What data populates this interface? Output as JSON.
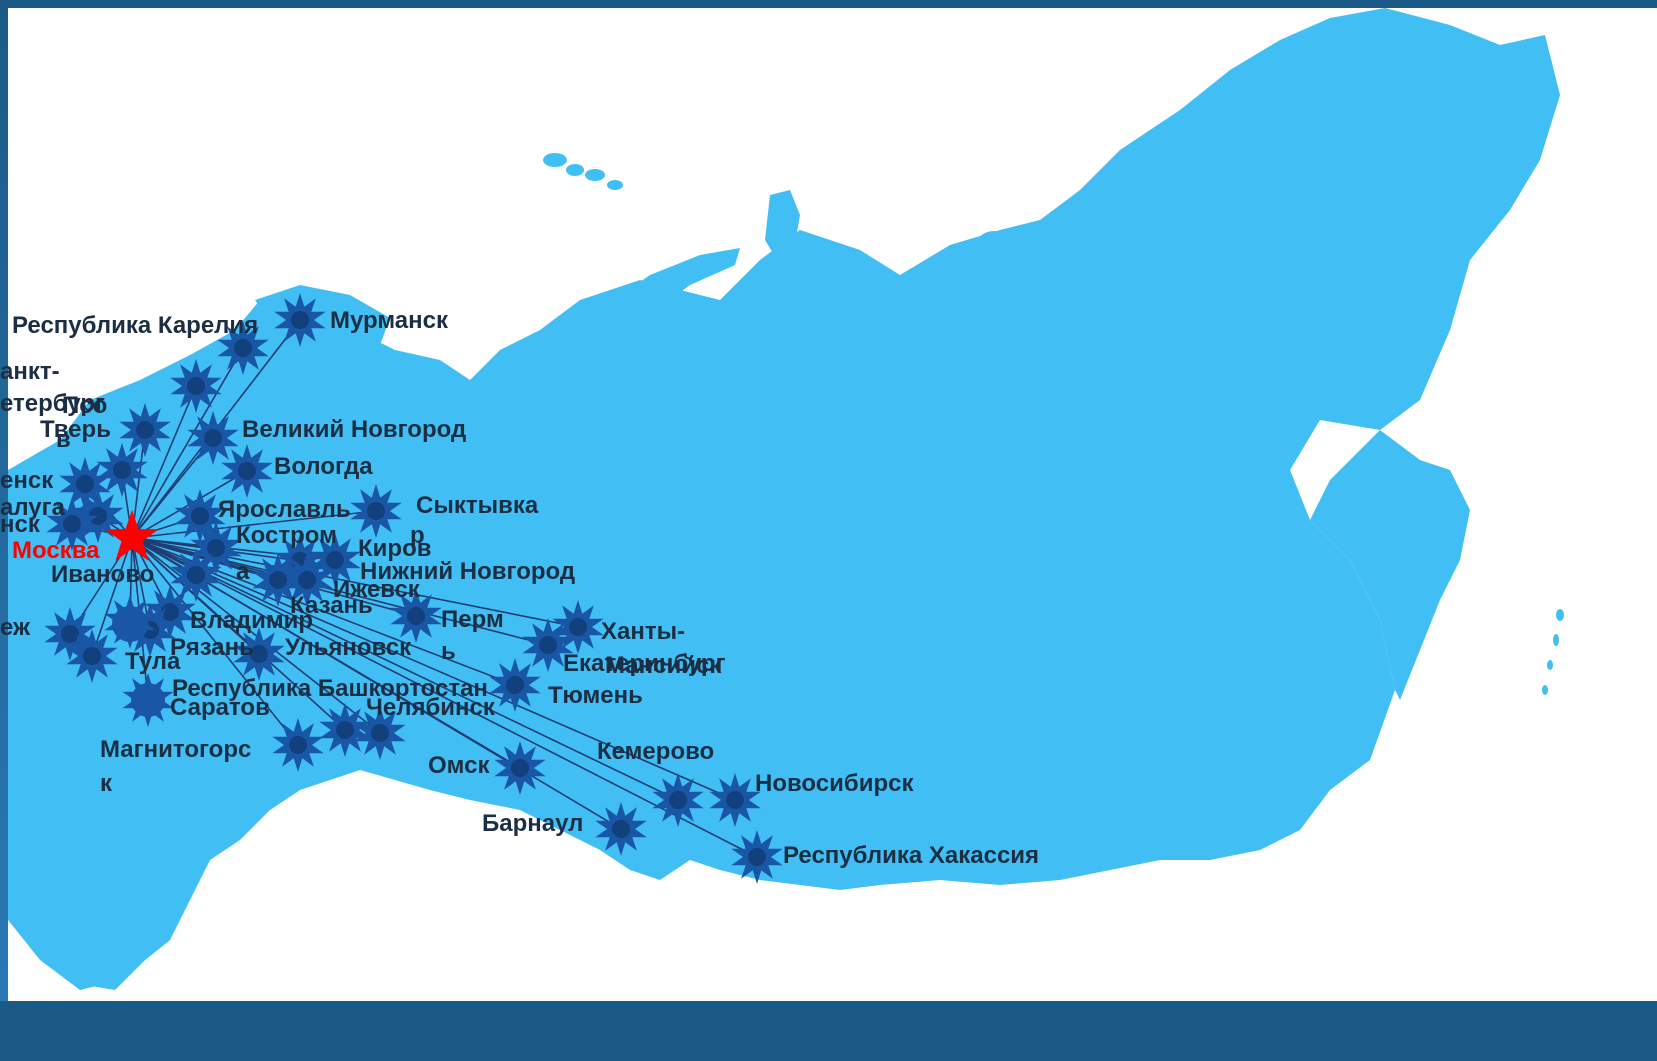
{
  "colors": {
    "land": "#41bff4",
    "city_marker": "#1a56a6",
    "city_marker_dark": "#12407d",
    "route_line": "#1f3d73",
    "hub_star": "#ff0000",
    "label_text": "#1c2e44",
    "frame": "#1b5a86"
  },
  "icons": {
    "city": "star-burst-icon",
    "hub": "star-icon"
  },
  "hub": {
    "name": "Москва"
  },
  "cities": [
    {
      "id": "murmansk",
      "name": "Мурманск"
    },
    {
      "id": "karelia",
      "name": "Республика Карелия"
    },
    {
      "id": "spb",
      "name": "анкт-"
    },
    {
      "id": "spb2",
      "name": "етербург"
    },
    {
      "id": "pskov",
      "name": "Псо"
    },
    {
      "id": "pskov2",
      "name": "в"
    },
    {
      "id": "tver",
      "name": "Тверь"
    },
    {
      "id": "smolensk",
      "name": "енск"
    },
    {
      "id": "kaluga",
      "name": "алуга"
    },
    {
      "id": "bryansk",
      "name": "нск"
    },
    {
      "id": "vnovgorod",
      "name": "Великий Новгород"
    },
    {
      "id": "vologda",
      "name": "Вологда"
    },
    {
      "id": "yaroslavl",
      "name": "Ярославль"
    },
    {
      "id": "kostroma",
      "name": "Костром"
    },
    {
      "id": "kostroma2",
      "name": "а"
    },
    {
      "id": "ivanovo",
      "name": "Иваново"
    },
    {
      "id": "syktyvkar",
      "name": "Сыктывка"
    },
    {
      "id": "syktyvkar2",
      "name": "р"
    },
    {
      "id": "kirov",
      "name": "Киров"
    },
    {
      "id": "nnovgorod",
      "name": "Нижний Новгород"
    },
    {
      "id": "izhevsk",
      "name": "Ижевск"
    },
    {
      "id": "kazan",
      "name": "Казань"
    },
    {
      "id": "perm",
      "name": "Перм"
    },
    {
      "id": "perm2",
      "name": "ь"
    },
    {
      "id": "vladimir",
      "name": "Владимир"
    },
    {
      "id": "voronezh",
      "name": "еж"
    },
    {
      "id": "ryazan",
      "name": "Рязань"
    },
    {
      "id": "tula",
      "name": "Тула"
    },
    {
      "id": "ulyanovsk",
      "name": "Ульяновск"
    },
    {
      "id": "khanty",
      "name": "Ханты-"
    },
    {
      "id": "khanty2",
      "name": "Мансийск"
    },
    {
      "id": "ekb",
      "name": "Екатеринбург"
    },
    {
      "id": "tyumen",
      "name": "Тюмень"
    },
    {
      "id": "bashkortostan",
      "name": "Республика Башкортостан"
    },
    {
      "id": "saratov",
      "name": "Саратов"
    },
    {
      "id": "chelyabinsk",
      "name": "Челябинск"
    },
    {
      "id": "magnitogorsk",
      "name": "Магнитогорс"
    },
    {
      "id": "magnitogorsk2",
      "name": "к"
    },
    {
      "id": "omsk",
      "name": "Омск"
    },
    {
      "id": "kemerovo",
      "name": "Кемерово"
    },
    {
      "id": "novosibirsk",
      "name": "Новосибирск"
    },
    {
      "id": "barnaul",
      "name": "Барнаул"
    },
    {
      "id": "khakassia",
      "name": "Республика Хакассия"
    }
  ]
}
